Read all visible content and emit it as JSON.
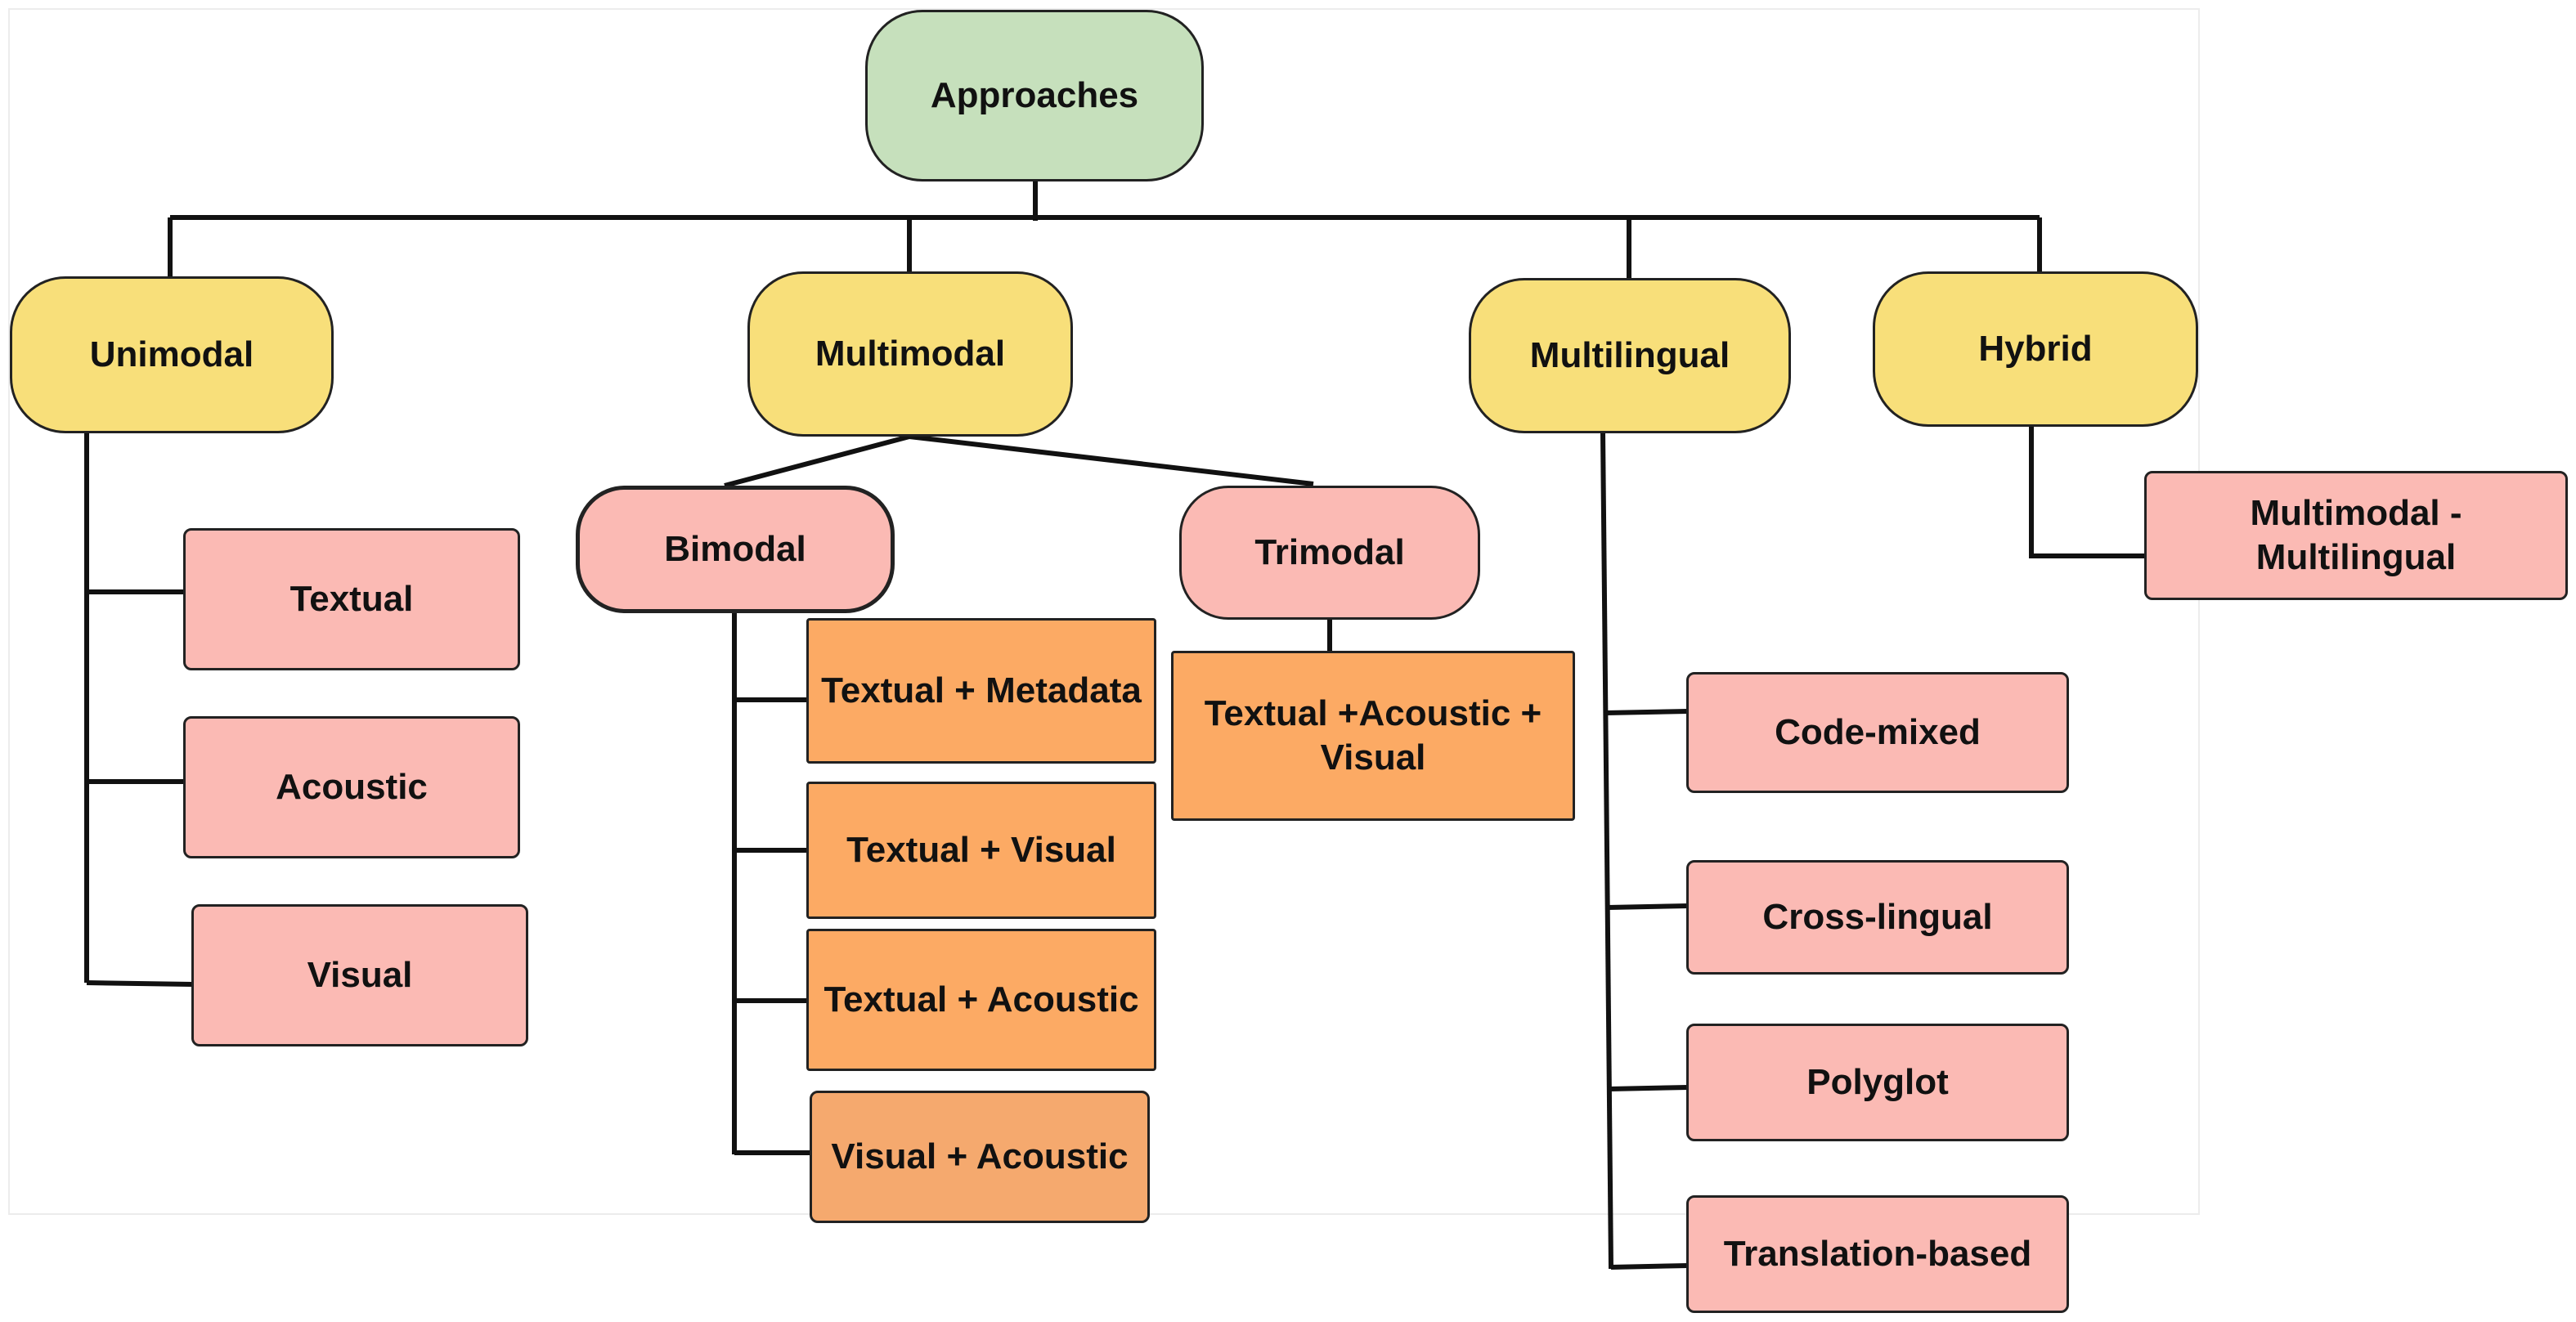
{
  "root": {
    "label": "Approaches"
  },
  "categories": [
    {
      "key": "unimodal",
      "label": "Unimodal"
    },
    {
      "key": "multimodal",
      "label": "Multimodal"
    },
    {
      "key": "multilingual",
      "label": "Multilingual"
    },
    {
      "key": "hybrid",
      "label": "Hybrid"
    }
  ],
  "unimodal": {
    "items": [
      "Textual",
      "Acoustic",
      "Visual"
    ]
  },
  "multimodal": {
    "subcategories": [
      {
        "key": "bimodal",
        "label": "Bimodal"
      },
      {
        "key": "trimodal",
        "label": "Trimodal"
      }
    ],
    "bimodal_items": [
      "Textual + Metadata",
      "Textual + Visual",
      "Textual + Acoustic",
      "Visual + Acoustic"
    ],
    "trimodal_items": [
      "Textual +Acoustic + Visual"
    ]
  },
  "multilingual": {
    "items": [
      "Code-mixed",
      "Cross-lingual",
      "Polyglot",
      "Translation-based"
    ]
  },
  "hybrid": {
    "items": [
      "Multimodal - Multilingual"
    ]
  },
  "colors": {
    "root_fill": "#c6e0bc",
    "category_fill": "#f8df7a",
    "subcategory_fill": "#fbbab4",
    "leaf_fill": "#fbbab4",
    "combination_fill": "#fcaa64",
    "connector": "#111111"
  }
}
